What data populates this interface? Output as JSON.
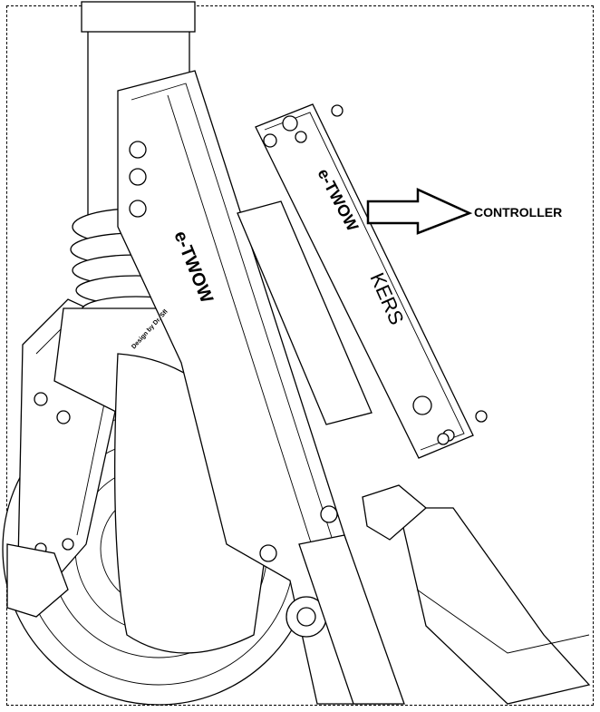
{
  "callout": {
    "label": "CONTROLLER",
    "arrow_icon": "right-arrow-outline"
  },
  "logos": {
    "frame_logo": "e-TWOW",
    "cover_logo": "e-TWOW",
    "cover_text": "KERS",
    "stem_print": "Design by Dr. Sfl"
  },
  "colors": {
    "line": "#000000",
    "background": "#ffffff"
  }
}
